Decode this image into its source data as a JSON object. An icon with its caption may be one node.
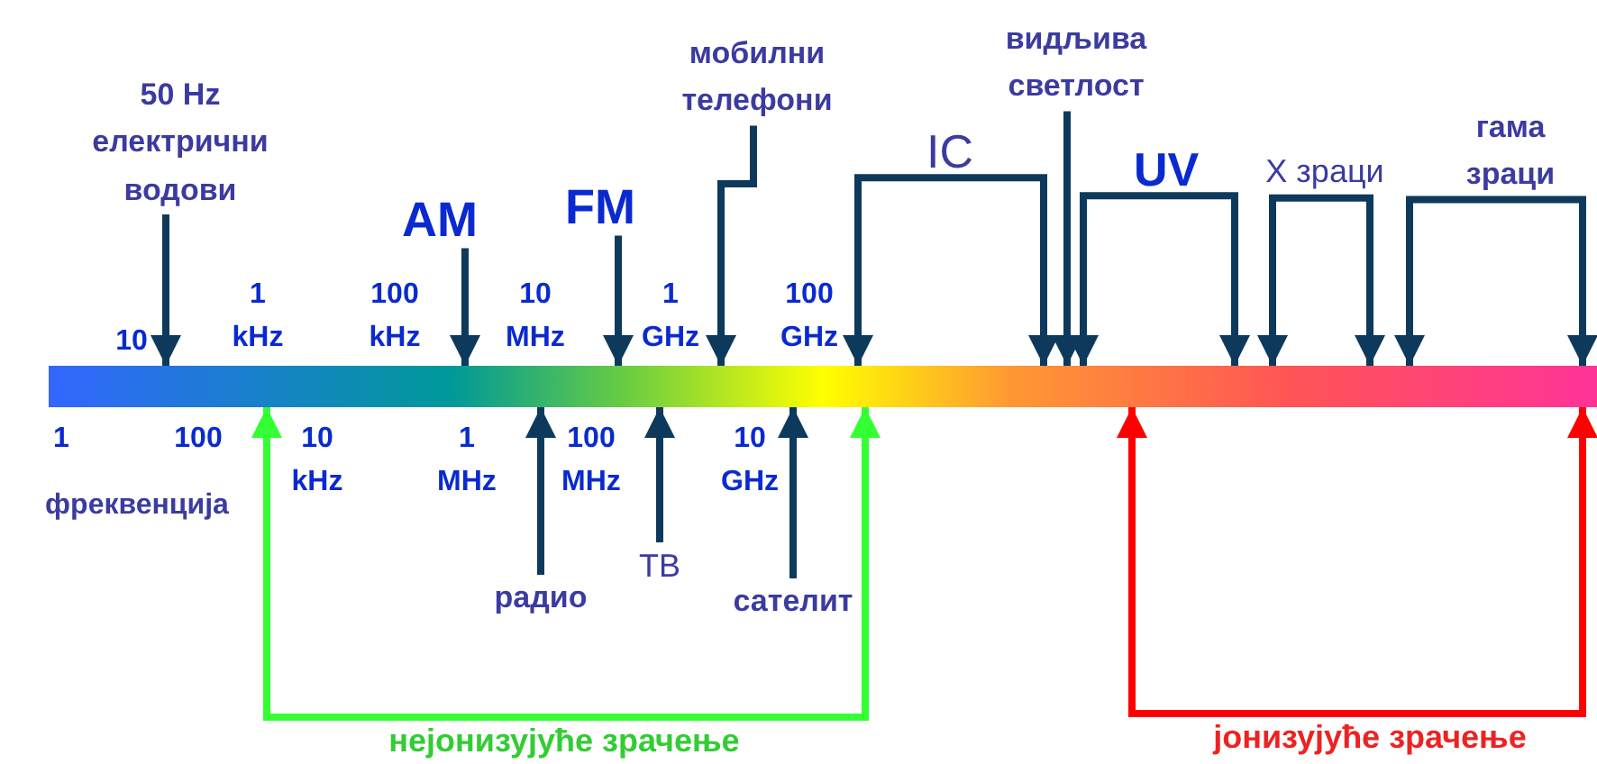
{
  "diagram": {
    "nodes": [
      {
        "text": [
          "50 Hz електрични водови"
        ]
      },
      {
        "text": [
          "AM"
        ]
      },
      {
        "text": [
          "FM"
        ]
      },
      {
        "text": [
          "мобилни телефони"
        ]
      },
      {
        "text": [
          "IC"
        ]
      },
      {
        "text": [
          "видљива светлост"
        ]
      },
      {
        "text": [
          "UV"
        ]
      },
      {
        "text": [
          "X зраци"
        ]
      },
      {
        "text": [
          "гама зраци"
        ]
      },
      {
        "text": [
          "радио"
        ]
      },
      {
        "text": [
          "ТВ"
        ]
      },
      {
        "text": [
          "сателит"
        ]
      },
      {
        "text": [
          "нејонизујуће зрачење"
        ]
      },
      {
        "text": [
          "јонизујуће зрачење"
        ]
      },
      {
        "text": [],
        "shape": "bar"
      }
    ],
    "edges": [
      {
        "from": 0,
        "to": 14,
        "arrow": "to"
      },
      {
        "from": 1,
        "to": 14,
        "arrow": "to"
      },
      {
        "from": 2,
        "to": 14,
        "arrow": "to"
      },
      {
        "from": 3,
        "to": 14,
        "arrow": "to"
      },
      {
        "from": 4,
        "to": 14,
        "arrow": "to"
      },
      {
        "from": 4,
        "to": 14,
        "arrow": "to"
      },
      {
        "from": 5,
        "to": 14,
        "arrow": "to"
      },
      {
        "from": 6,
        "to": 14,
        "arrow": "to"
      },
      {
        "from": 6,
        "to": 14,
        "arrow": "to"
      },
      {
        "from": 7,
        "to": 14,
        "arrow": "to"
      },
      {
        "from": 7,
        "to": 14,
        "arrow": "to"
      },
      {
        "from": 8,
        "to": 14,
        "arrow": "to"
      },
      {
        "from": 8,
        "to": 14,
        "arrow": "to"
      },
      {
        "from": 9,
        "to": 14,
        "arrow": "to"
      },
      {
        "from": 10,
        "to": 14,
        "arrow": "to"
      },
      {
        "from": 11,
        "to": 14,
        "arrow": "to"
      },
      {
        "from": 12,
        "to": 14,
        "arrow": "to",
        "color": "#33ff33"
      },
      {
        "from": 12,
        "to": 14,
        "arrow": "to",
        "color": "#33ff33"
      },
      {
        "from": 13,
        "to": 14,
        "arrow": "to",
        "color": "#ff0000"
      },
      {
        "from": 13,
        "to": 14,
        "arrow": "to",
        "color": "#ff0000"
      }
    ],
    "labels": [
      "10",
      "1 kHz",
      "100 kHz",
      "10 MHz",
      "1 GHz",
      "100 GHz",
      "1",
      "100",
      "10 kHz",
      "1 MHz",
      "100 MHz",
      "10 GHz",
      "фреквенција"
    ]
  }
}
